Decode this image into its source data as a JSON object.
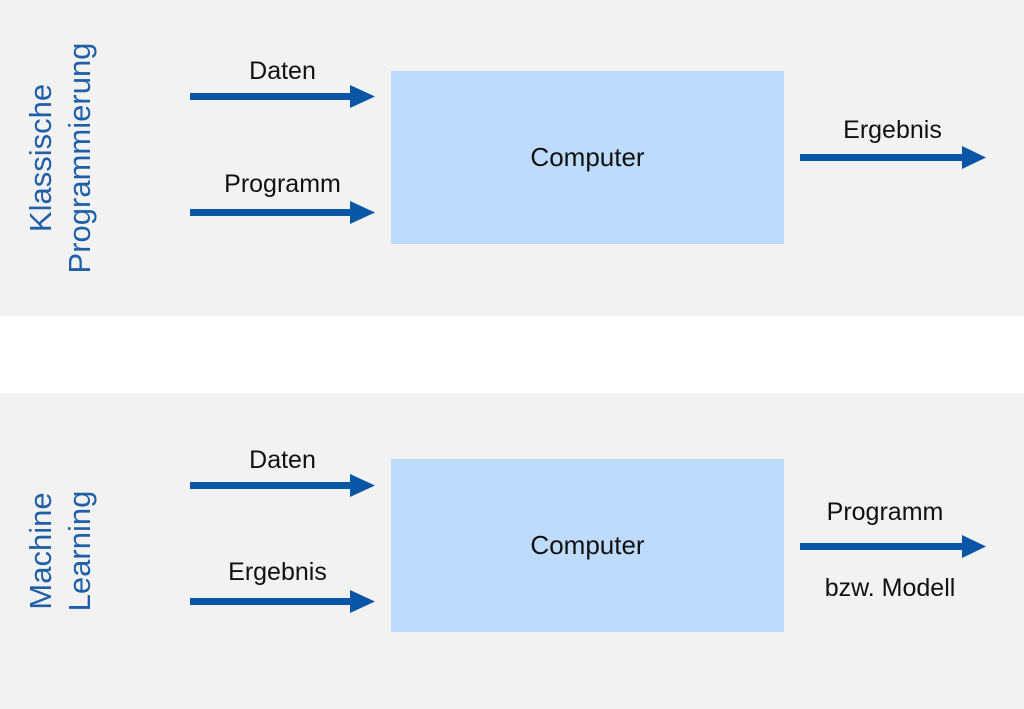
{
  "colors": {
    "panel_background": "#f2f2f2",
    "box_fill": "#bddcfb",
    "arrow": "#0a56a6",
    "side_title": "#1f5fa8"
  },
  "sections": [
    {
      "title_line1": "Klassische",
      "title_line2": "Programmierung",
      "inputs": [
        "Daten",
        "Programm"
      ],
      "box_label": "Computer",
      "output_line1": "Ergebnis",
      "output_line2": ""
    },
    {
      "title_line1": "Machine",
      "title_line2": "Learning",
      "inputs": [
        "Daten",
        "Ergebnis"
      ],
      "box_label": "Computer",
      "output_line1": "Programm",
      "output_line2": "bzw. Modell"
    }
  ]
}
